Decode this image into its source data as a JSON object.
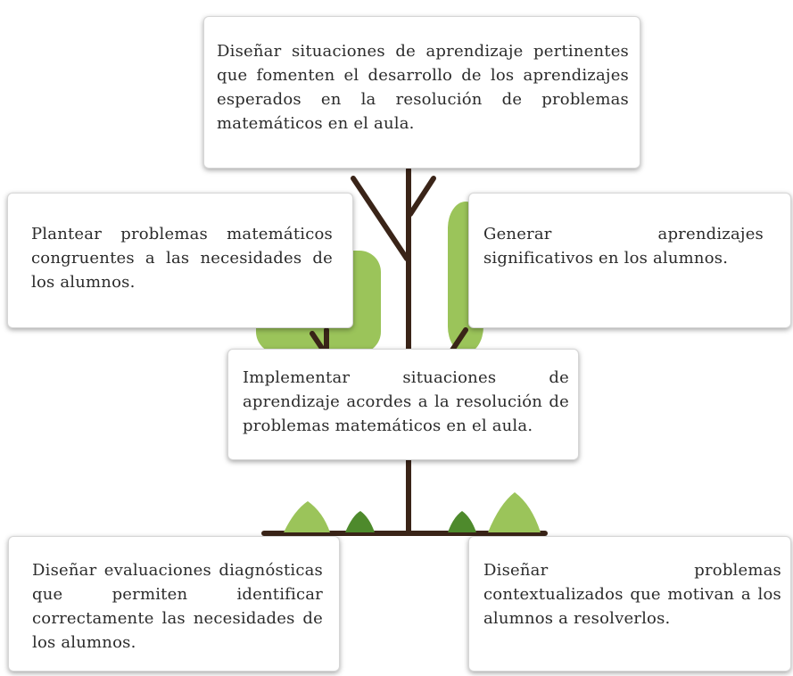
{
  "diagram": {
    "top_box": "Diseñar situaciones de aprendizaje pertinentes que fomenten el desarrollo de los aprendizajes esperados en la resolución de problemas matemáticos en el aula.",
    "left_box": "Plantear problemas matemáticos congruentes a las necesidades de los alumnos.",
    "right_box": "Generar aprendizajes significativos en los alumnos.",
    "center_box": "Implementar situaciones de aprendizaje acordes a la resolución de problemas matemáticos en el aula.",
    "bottom_left_box": "Diseñar evaluaciones diagnósticas que permiten identificar correctamente las necesidades de los alumnos.",
    "bottom_right_box": "Diseñar problemas contextualizados que motivan a los alumnos a resolverlos."
  },
  "colors": {
    "trunk": "#3a2418",
    "leaf_light": "#9bc45a",
    "leaf_dark": "#4e8a2c"
  }
}
